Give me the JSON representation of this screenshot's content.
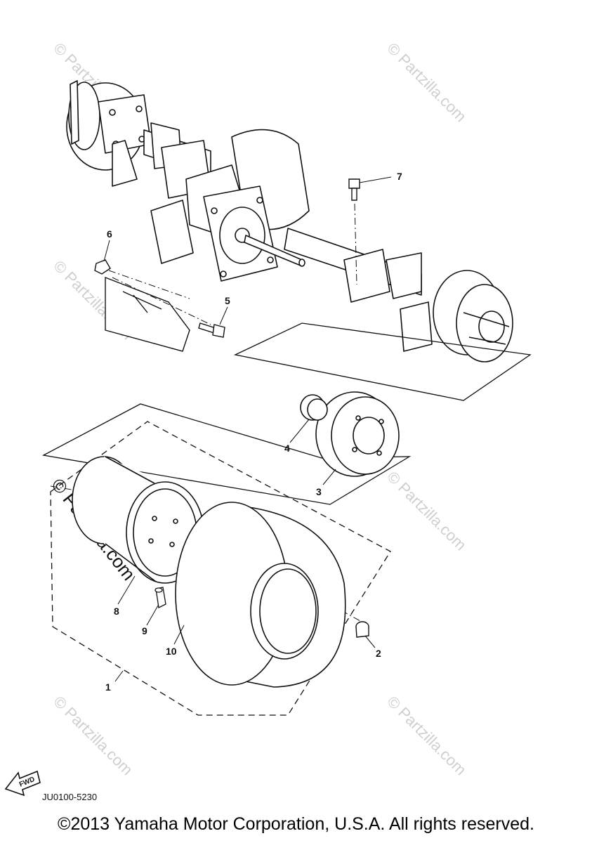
{
  "callouts": {
    "c1": "1",
    "c2": "2",
    "c3": "3",
    "c4": "4",
    "c5": "5",
    "c6": "6",
    "c7": "7",
    "c8": "8",
    "c9": "9",
    "c10": "10"
  },
  "watermark": {
    "faint": "© Partzilla.com",
    "main": "© Partzilla.com"
  },
  "fwd_label": "FWD",
  "diagram_code": "JU0100-5230",
  "copyright": "©2013 Yamaha Motor Corporation, U.S.A. All rights reserved."
}
